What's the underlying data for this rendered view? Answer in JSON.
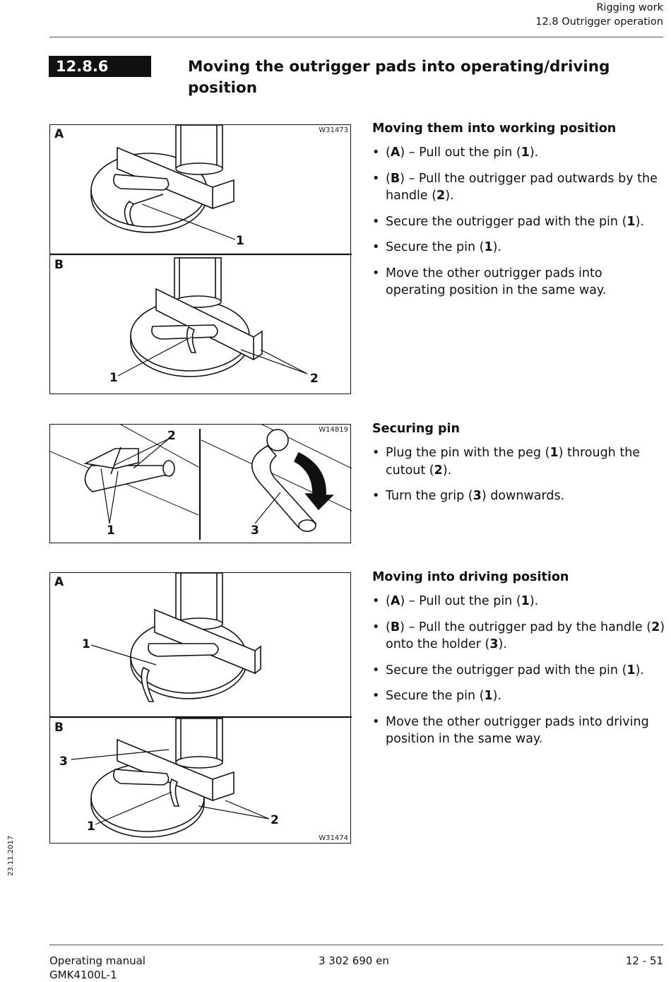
{
  "header": {
    "chapter": "Rigging work",
    "subsection": "12.8 Outrigger operation"
  },
  "section": {
    "number": "12.8.6",
    "title": "Moving the outrigger pads into operating/driving position"
  },
  "figures": {
    "fig1": {
      "code": "W31473",
      "label_a": "A",
      "label_b": "B",
      "callouts": [
        "1",
        "1",
        "2"
      ]
    },
    "fig2": {
      "code": "W14819",
      "callouts": [
        "2",
        "1",
        "3"
      ]
    },
    "fig3": {
      "code": "W31474",
      "label_a": "A",
      "label_b": "B",
      "callouts": [
        "1",
        "3",
        "1",
        "2"
      ]
    }
  },
  "blocks": [
    {
      "heading": "Moving them into working position",
      "items": [
        [
          "(",
          "A",
          ") – Pull out the pin (",
          "1",
          ")."
        ],
        [
          "(",
          "B",
          ") – Pull the outrigger pad outwards by the handle (",
          "2",
          ")."
        ],
        [
          "Secure the outrigger pad with the pin (",
          "1",
          ")."
        ],
        [
          "Secure the pin (",
          "1",
          ")."
        ],
        [
          "Move the other outrigger pads into operating position in the same way."
        ]
      ]
    },
    {
      "heading": "Securing pin",
      "items": [
        [
          "Plug the pin with the peg (",
          "1",
          ") through the cutout (",
          "2",
          ")."
        ],
        [
          "Turn the grip (",
          "3",
          ") downwards."
        ]
      ]
    },
    {
      "heading": "Moving into driving position",
      "items": [
        [
          "(",
          "A",
          ") – Pull out the pin (",
          "1",
          ")."
        ],
        [
          "(",
          "B",
          ") – Pull the outrigger pad by the handle (",
          "2",
          ") onto the holder (",
          "3",
          ")."
        ],
        [
          "Secure the outrigger pad with the pin (",
          "1",
          ")."
        ],
        [
          "Secure the pin (",
          "1",
          ")."
        ],
        [
          "Move the other outrigger pads into driving position in the same way."
        ]
      ]
    }
  ],
  "side_date": "23.11.2017",
  "footer": {
    "manual": "Operating manual",
    "model": "GMK4100L-1",
    "doc_number": "3 302 690 en",
    "page": "12 - 51"
  }
}
